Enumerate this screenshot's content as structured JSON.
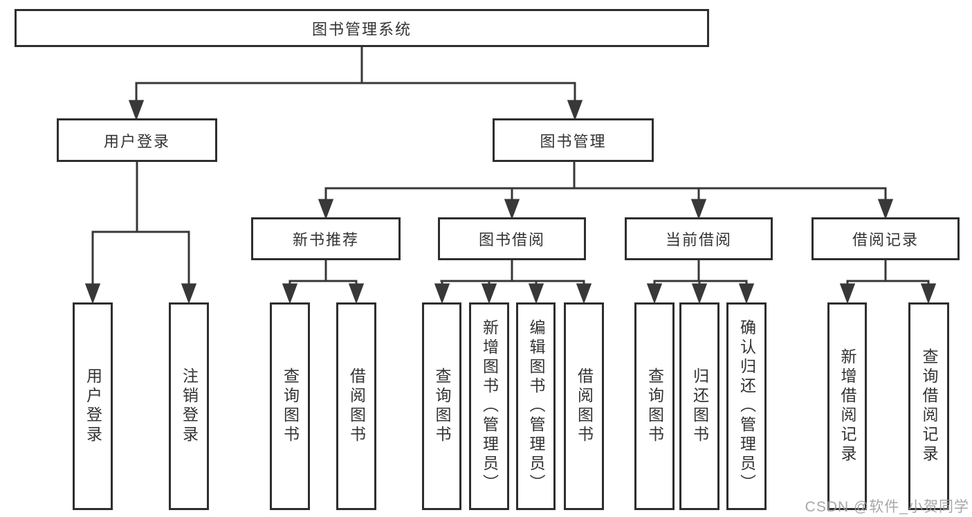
{
  "tree": {
    "root": {
      "label": "图书管理系统"
    },
    "children": [
      {
        "label": "用户登录",
        "children": [
          {
            "label": "用户登录"
          },
          {
            "label": "注销登录"
          }
        ]
      },
      {
        "label": "图书管理",
        "children": [
          {
            "label": "新书推荐",
            "children": [
              {
                "label": "查询图书"
              },
              {
                "label": "借阅图书"
              }
            ]
          },
          {
            "label": "图书借阅",
            "children": [
              {
                "label": "查询图书"
              },
              {
                "label": "新增图书（管理员）"
              },
              {
                "label": "编辑图书（管理员）"
              },
              {
                "label": "借阅图书"
              }
            ]
          },
          {
            "label": "当前借阅",
            "children": [
              {
                "label": "查询图书"
              },
              {
                "label": "归还图书"
              },
              {
                "label": "确认归还（管理员）"
              }
            ]
          },
          {
            "label": "借阅记录",
            "children": [
              {
                "label": "新增借阅记录"
              },
              {
                "label": "查询借阅记录"
              }
            ]
          }
        ]
      }
    ]
  },
  "watermark": {
    "text": "CSDN @软件_小贺同学",
    "color": "#9e9e9e"
  },
  "colors": {
    "line": "#383838",
    "box_border": "#2e2e2e",
    "text": "#333333",
    "background": "#ffffff"
  }
}
